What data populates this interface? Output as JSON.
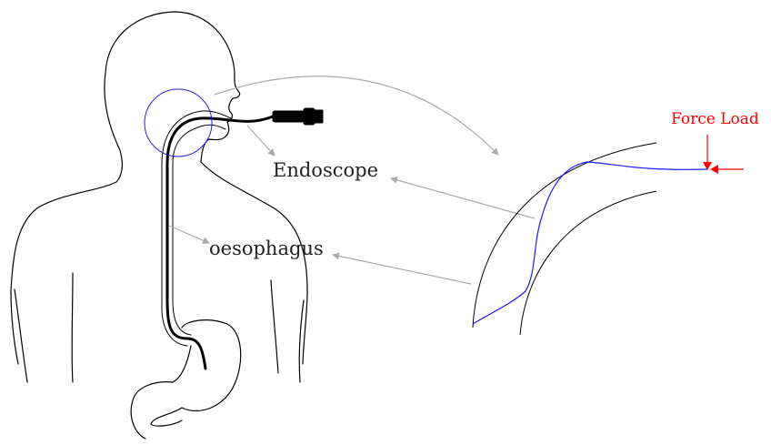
{
  "labels": {
    "endoscope": "Endoscope",
    "oesophagus": "oesophagus",
    "force_load": "Force Load"
  },
  "colors": {
    "outline": "#000000",
    "zoom_circle": "#2222dd",
    "endoscope_model": "#1a1aff",
    "force": "#ff0000",
    "arrows": "#aaaaaa"
  }
}
